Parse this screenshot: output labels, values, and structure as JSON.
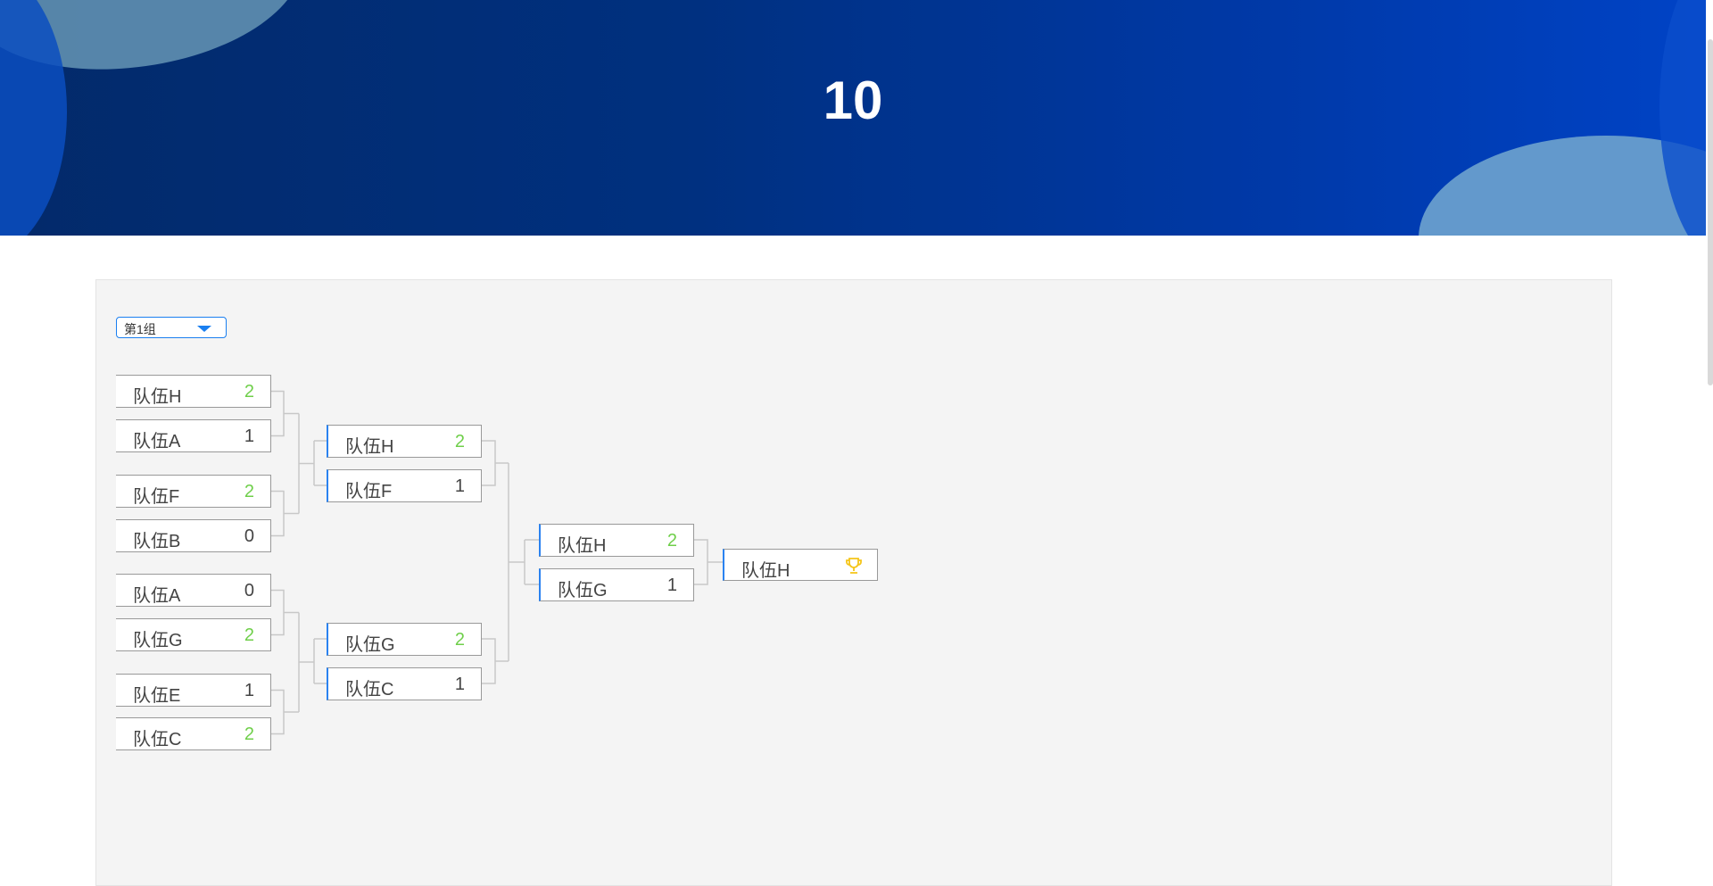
{
  "header": {
    "title": "10"
  },
  "group_select": {
    "value": "第1组"
  },
  "bracket": {
    "round1": [
      {
        "team": "队伍H",
        "score": "2",
        "win": true
      },
      {
        "team": "队伍A",
        "score": "1",
        "win": false
      },
      {
        "team": "队伍F",
        "score": "2",
        "win": true
      },
      {
        "team": "队伍B",
        "score": "0",
        "win": false
      },
      {
        "team": "队伍A",
        "score": "0",
        "win": false
      },
      {
        "team": "队伍G",
        "score": "2",
        "win": true
      },
      {
        "team": "队伍E",
        "score": "1",
        "win": false
      },
      {
        "team": "队伍C",
        "score": "2",
        "win": true
      }
    ],
    "round2": [
      {
        "team": "队伍H",
        "score": "2",
        "win": true
      },
      {
        "team": "队伍F",
        "score": "1",
        "win": false
      },
      {
        "team": "队伍G",
        "score": "2",
        "win": true
      },
      {
        "team": "队伍C",
        "score": "1",
        "win": false
      }
    ],
    "round3": [
      {
        "team": "队伍H",
        "score": "2",
        "win": true
      },
      {
        "team": "队伍G",
        "score": "1",
        "win": false
      }
    ],
    "champion": {
      "team": "队伍H",
      "icon": "trophy-icon"
    }
  },
  "colors": {
    "win": "#6fcf4a",
    "accent": "#1a7ff0",
    "trophy": "#f5c518"
  }
}
